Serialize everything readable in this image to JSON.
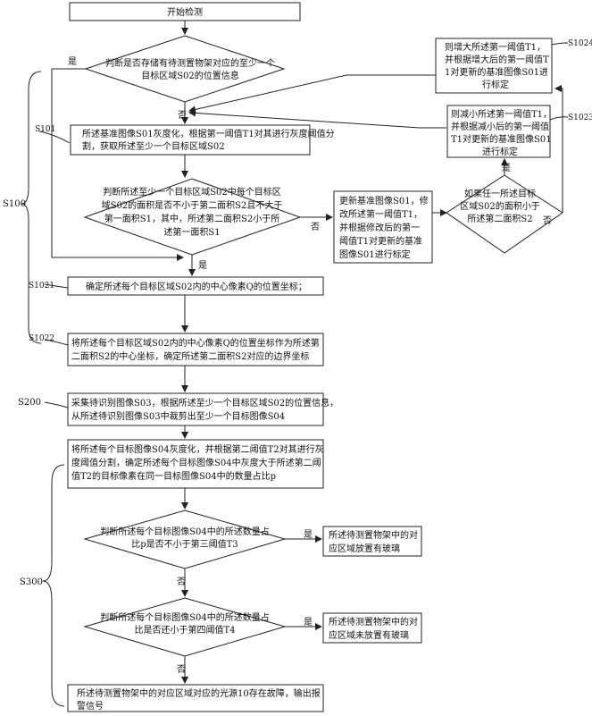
{
  "nodes": {
    "start": "开始检测",
    "judge_info": [
      "判断是否存储有待测置物架对应的至少一个",
      "目标区域S02的位置信息"
    ],
    "gray_threshold": [
      "所述基准图像S01灰度化，根据第一阈值T1对其进行灰度阈值分",
      "割，获取所述至少一个目标区域S02"
    ],
    "judge_area": [
      "判断所述至少一个目标区域S02中每个目标区",
      "域S02的面积是否不小于第二面积S2且不大于",
      "第一面积S1，其中，所述第二面积S2小于所",
      "述第一面积S1"
    ],
    "update_ref": [
      "更新基准图像S01，修",
      "改所述第一阈值T1，",
      "并根据修改后的第一",
      "阈值T1对更新的基准",
      "图像S01进行标定"
    ],
    "judge_small": [
      "如果任一所述目标",
      "区域S02的面积小于",
      "所述第二面积S2"
    ],
    "decrease_t1": [
      "则减小所述第一阈值T1，",
      "并根据减小后的第一阈值",
      "T1对更新的基准图像S01",
      "进行标定"
    ],
    "increase_t1": [
      "则增大所述第一阈值T1，",
      "并根据增大后的第一阈值T",
      "1对更新的基准图像S01进",
      "行标定"
    ],
    "center_coord": [
      "确定所述每个目标区域S02内的中心像素Q的位置坐标；"
    ],
    "boundary": [
      "将所述每个目标区域S02内的中心像素Q的位置坐标作为所述第",
      "二面积S2的中心坐标，确定所述第二面积S2对应的边界坐标"
    ],
    "crop": [
      "采集待识别图像S03，根据所述至少一个目标区域S02的位置信息，",
      "从所述待识别图像S03中裁剪出至少一个目标图像S04"
    ],
    "gray_ratio": [
      "将所述每个目标图像S04灰度化，并根据第二阈值T2对其进行灰",
      "度阈值分割，确定所述每个目标图像S04中灰度大于所述第二阈",
      "值T2的目标像素在同一目标图像S04中的数量占比p"
    ],
    "judge_t3": [
      "判断所述每个目标图像S04中的所述数量占",
      "比p是否不小于第三阈值T3"
    ],
    "has_glass": [
      "所述待测置物架中的对",
      "应区域放置有玻璃"
    ],
    "judge_t4": [
      "判断所述每个目标图像S04中的所述数量占",
      "比是否还小于第四阈值T4"
    ],
    "no_glass": [
      "所述待测置物架中的对",
      "应区域未放置有玻璃"
    ],
    "alarm": [
      "所述待测置物架中的对应区域对应的光源10存在故障，输出报",
      "警信号"
    ]
  },
  "edge_labels": {
    "yes": "是",
    "no": "否"
  },
  "step_labels": {
    "s100": "S100",
    "s101": "S101",
    "s1021": "S1021",
    "s1022": "S1022",
    "s200": "S200",
    "s300": "S300",
    "s1023": "S1023",
    "s1024": "S1024"
  }
}
